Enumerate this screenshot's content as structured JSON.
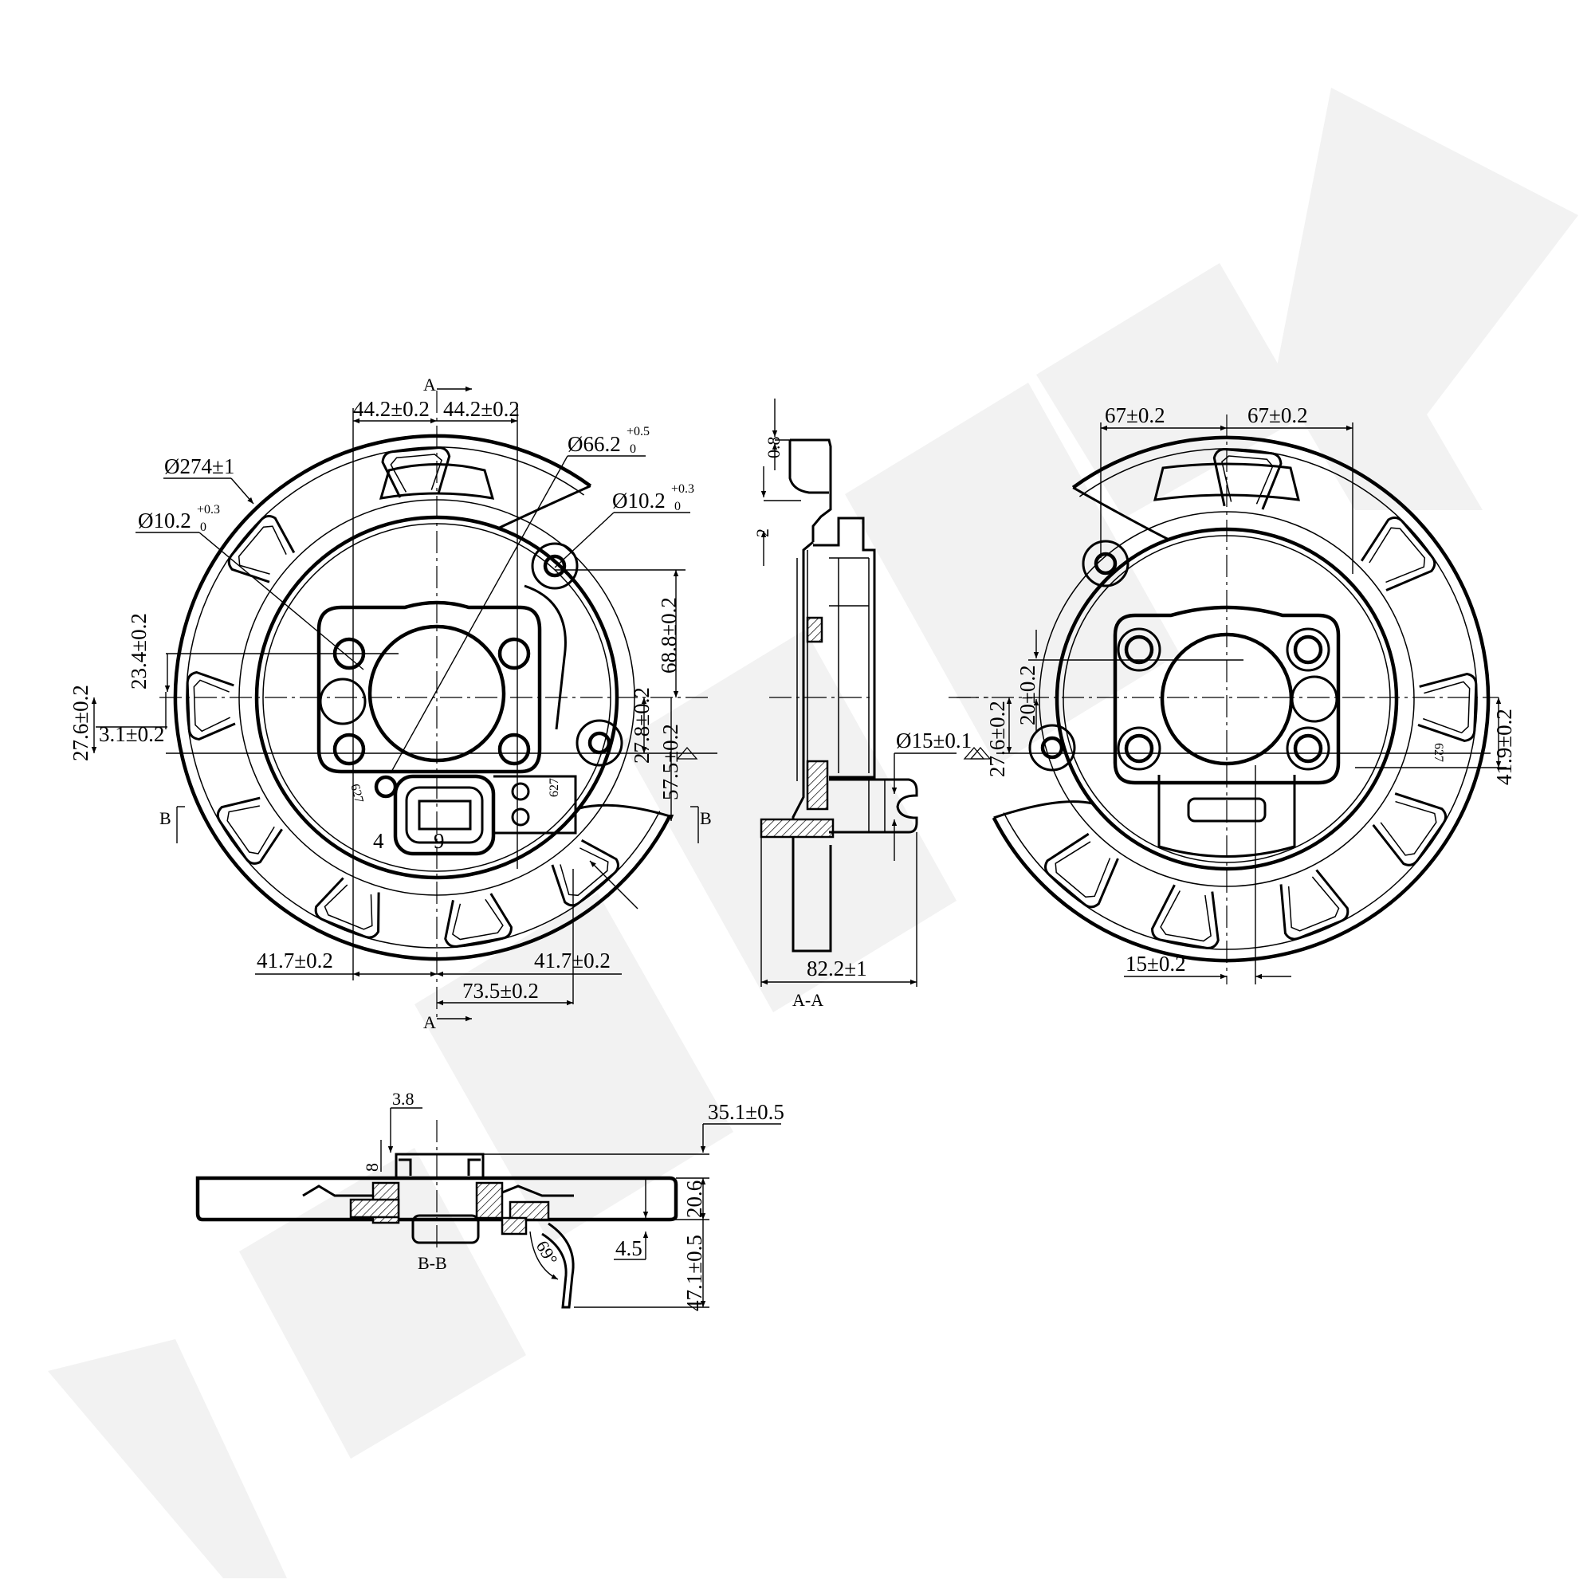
{
  "front_view": {
    "section_a_top": "A",
    "section_a_bottom": "A",
    "section_b_left": "B",
    "section_b_right": "B",
    "dim_44_2_left": "44.2±0.2",
    "dim_44_2_right": "44.2±0.2",
    "dia_66_2": "Ø66.2",
    "dia_66_2_tol_upper": "+0.5",
    "dia_66_2_tol_lower": "0",
    "dia_274": "Ø274±1",
    "dia_10_2_right": "Ø10.2",
    "dia_10_2_right_tol_upper": "+0.3",
    "dia_10_2_right_tol_lower": "0",
    "dia_10_2_left": "Ø10.2",
    "dia_10_2_left_tol_upper": "+0.3",
    "dia_10_2_left_tol_lower": "0",
    "dim_68_8": "68.8±0.2",
    "dim_23_4": "23.4±0.2",
    "dim_27_6": "27.6±0.2",
    "dim_3_1": "3.1±0.2",
    "dim_27_8": "27.8±0.2",
    "dim_57_5": "57.5±0.2",
    "dim_4": "4",
    "dim_9": "9",
    "dim_41_7_left": "41.7±0.2",
    "dim_41_7_right": "41.7±0.2",
    "dim_73_5": "73.5±0.2",
    "part_mark_1": "627",
    "part_mark_2": "627"
  },
  "section_a_a": {
    "dim_0_8": "0.8",
    "dim_2": "2",
    "dia_15": "Ø15±0.1",
    "dim_82_2": "82.2±1",
    "label": "A-A"
  },
  "rear_view": {
    "dim_67_left": "67±0.2",
    "dim_67_right": "67±0.2",
    "dim_20": "20±0.2",
    "dim_27_6": "27.6±0.2",
    "dim_41_9": "41.9±0.2",
    "dim_15": "15±0.2",
    "part_mark": "627"
  },
  "section_b_b": {
    "dim_3_8": "3.8",
    "dim_8": "8",
    "dim_35_1": "35.1±0.5",
    "dim_20_6": "20.6",
    "dim_4_5": "4.5",
    "dim_47_1": "47.1±0.5",
    "angle_69": "69°",
    "label": "B-B"
  }
}
